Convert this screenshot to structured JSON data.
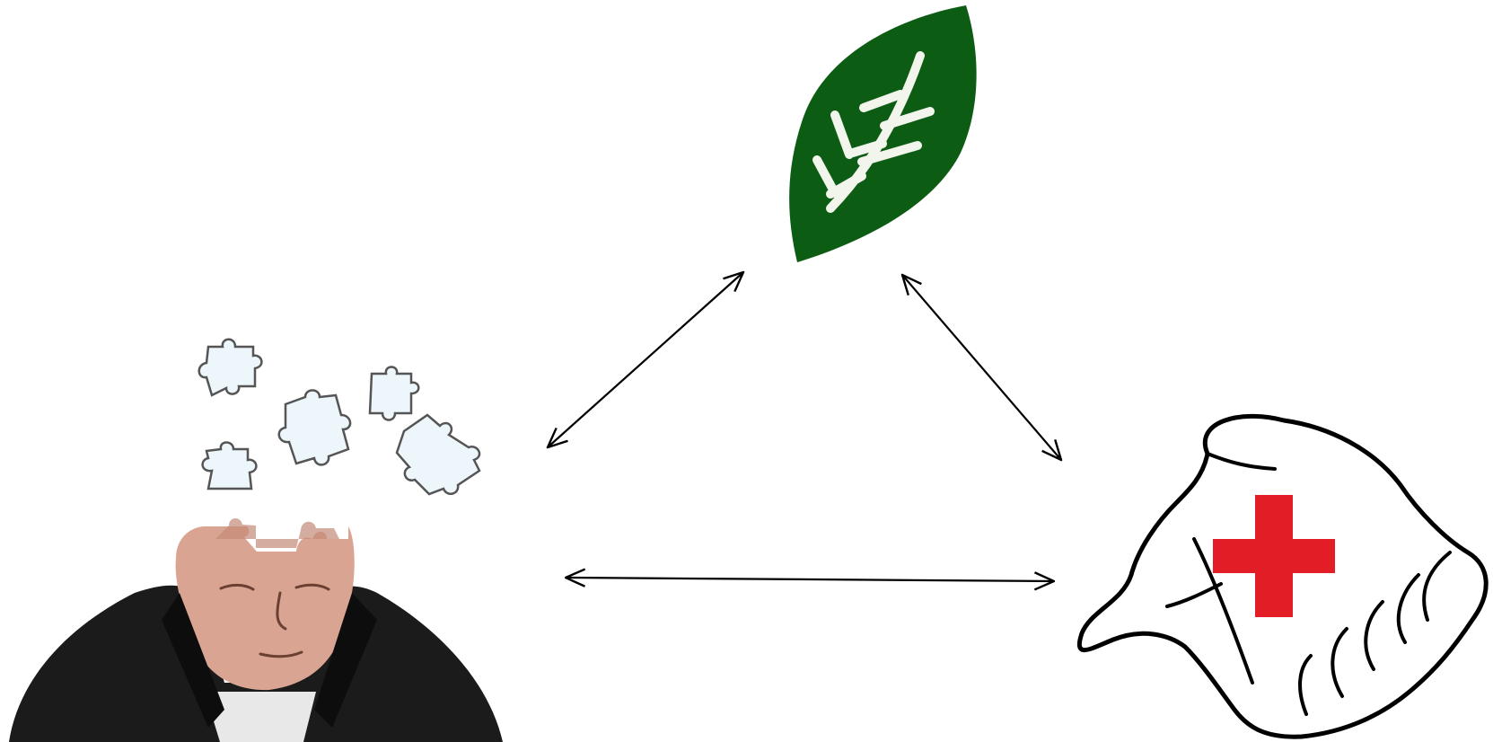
{
  "diagram": {
    "nodes": [
      {
        "id": "leaf",
        "icon": "leaf-icon"
      },
      {
        "id": "person",
        "icon": "puzzle-head-person-icon"
      },
      {
        "id": "care",
        "icon": "hand-red-cross-icon"
      }
    ],
    "edges": [
      {
        "from": "person",
        "to": "leaf",
        "bidirectional": true
      },
      {
        "from": "leaf",
        "to": "care",
        "bidirectional": true
      },
      {
        "from": "person",
        "to": "care",
        "bidirectional": true
      }
    ],
    "colors": {
      "leaf": "#0d5c14",
      "leaf_vein": "#f2f5ec",
      "cross": "#e31d25",
      "arrow": "#000000",
      "puzzle_fill": "#edf6fb",
      "puzzle_stroke": "#555555",
      "jacket": "#1b1b1b",
      "skin": "#d9a592"
    }
  }
}
